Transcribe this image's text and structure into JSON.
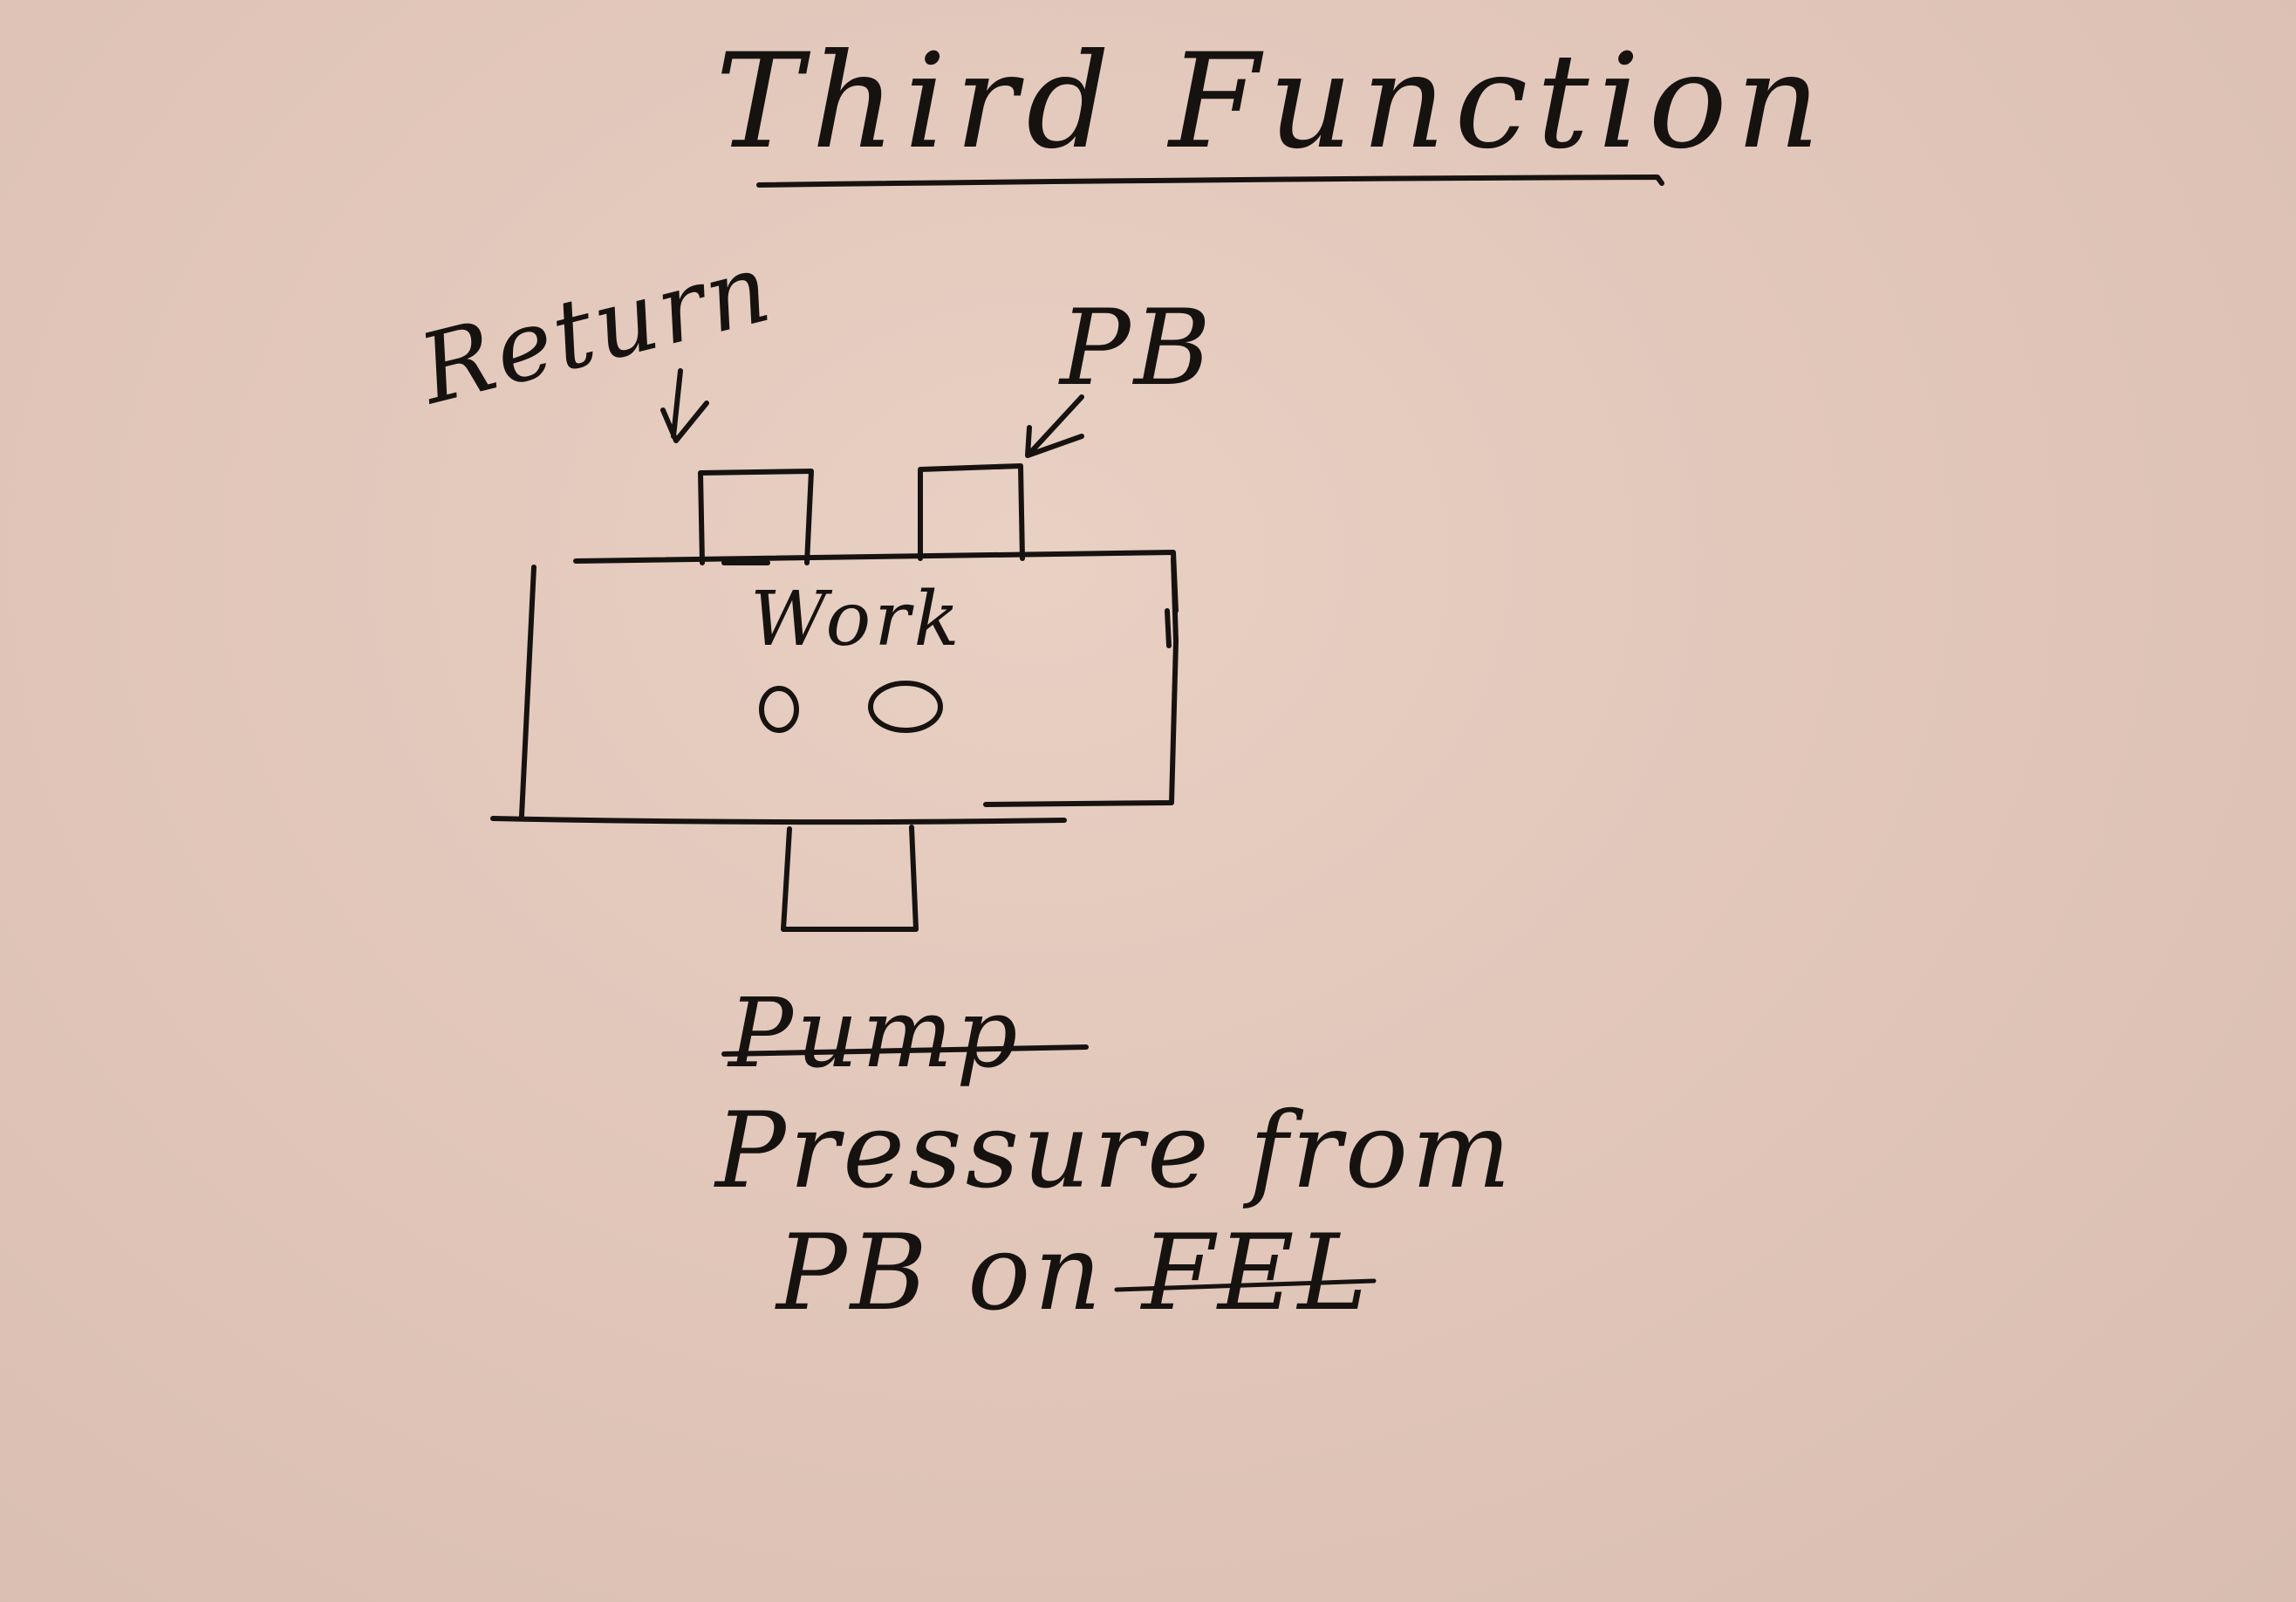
{
  "card": {
    "title": "Third Function",
    "labels": {
      "return": "Return",
      "pb": "PB",
      "work": "Work",
      "pump_struck": "Pump",
      "note_line_1": "Pressure from",
      "note_line_2": "PB on FEL"
    }
  },
  "colors": {
    "paper": "#e2c8bb",
    "ink": "#161210"
  }
}
